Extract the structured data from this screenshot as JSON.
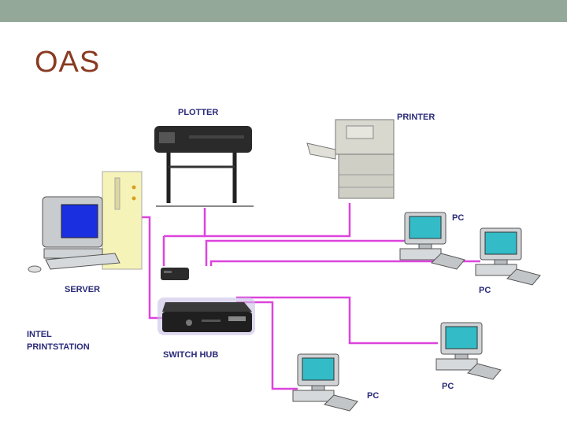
{
  "slide": {
    "title": "OAS",
    "accent_bar_color": "#94a89a",
    "title_color": "#8a3b22",
    "cable_color": "#dd44dd"
  },
  "labels": {
    "plotter": "PLOTTER",
    "printer": "PRINTER",
    "server": "SERVER",
    "printstation_line1": "INTEL",
    "printstation_line2": "PRINTSTATION",
    "switch_hub": "SWITCH HUB",
    "pc": "PC"
  }
}
